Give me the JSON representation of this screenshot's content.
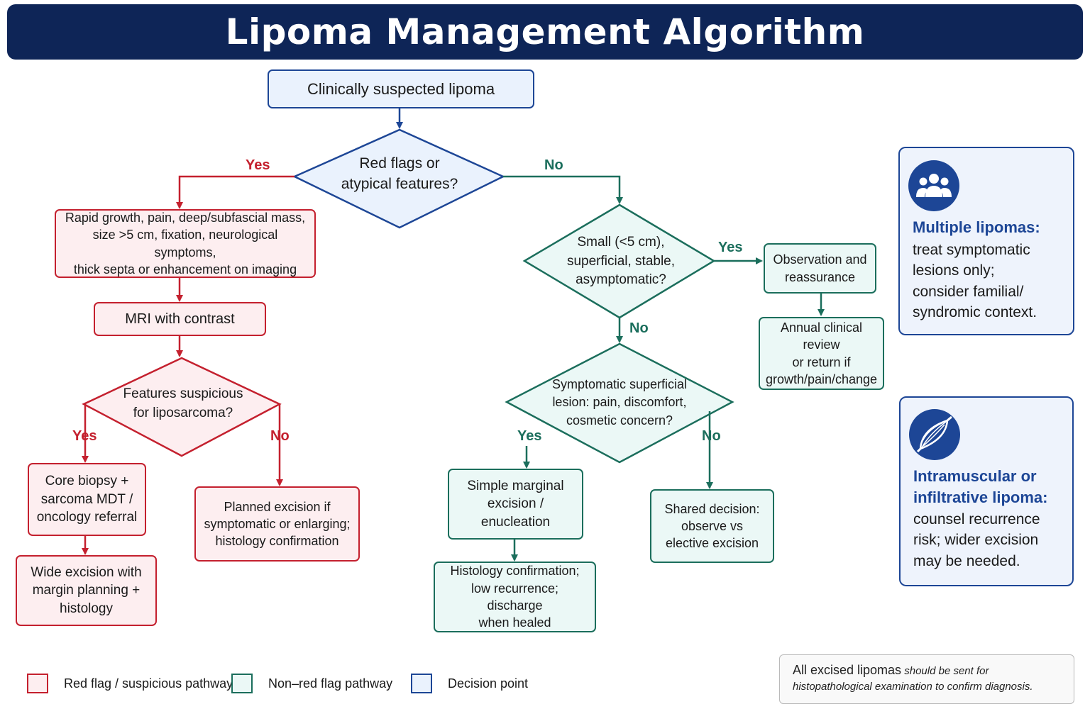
{
  "title": "Lipoma Management Algorithm",
  "nodes": {
    "start": "Clinically suspected lipoma",
    "red_flags_q": "Red flags or\natypical features?",
    "red_flag_features": "Rapid growth, pain, deep/subfascial mass,\nsize >5 cm, fixation, neurological symptoms,\nthick septa or enhancement on imaging",
    "mri": "MRI with contrast",
    "liposarcoma_q": "Features suspicious\nfor liposarcoma?",
    "core_biopsy": "Core biopsy +\nsarcoma MDT /\noncology referral",
    "wide_excision": "Wide excision with\nmargin planning +\nhistology",
    "planned_excision": "Planned excision if\nsymptomatic or enlarging;\nhistology confirmation",
    "small_q": "Small (<5 cm),\nsuperficial, stable,\nasymptomatic?",
    "observation": "Observation and\nreassurance",
    "annual_review": "Annual clinical review\nor return if\ngrowth/pain/change",
    "symptomatic_q": "Symptomatic superficial\nlesion: pain, discomfort,\ncosmetic concern?",
    "marginal_excision": "Simple marginal\nexcision /\nenucleation",
    "histology_confirm": "Histology confirmation;\nlow recurrence; discharge\nwhen healed",
    "shared_decision": "Shared decision:\nobserve vs\nelective excision"
  },
  "edge_labels": {
    "yes": "Yes",
    "no": "No"
  },
  "side_panels": {
    "multiple": {
      "icon": "people-group-icon",
      "heading": "Multiple lipomas:",
      "body": "treat symptomatic\nlesions only;\nconsider familial/\nsyndromic context."
    },
    "intramuscular": {
      "icon": "muscle-icon",
      "heading": "Intramuscular or\ninfiltrative lipoma:",
      "body": "counsel recurrence\nrisk; wider excision\nmay be needed."
    }
  },
  "legend": [
    {
      "label": "Red flag / suspicious pathway",
      "color": "#c4202e",
      "fill": "#fdeef0"
    },
    {
      "label": "Non–red flag pathway",
      "color": "#1b6e5c",
      "fill": "#ebf8f6"
    },
    {
      "label": "Decision point",
      "color": "#1d4696",
      "fill": "#eaf2fd"
    }
  ],
  "note": {
    "lead": "All excised lipomas",
    "rest": " should be sent for histopathological examination to confirm diagnosis."
  },
  "colors": {
    "title_bg": "#0e2557",
    "red": "#c4202e",
    "green": "#1b6e5c",
    "blue": "#1d4696"
  }
}
